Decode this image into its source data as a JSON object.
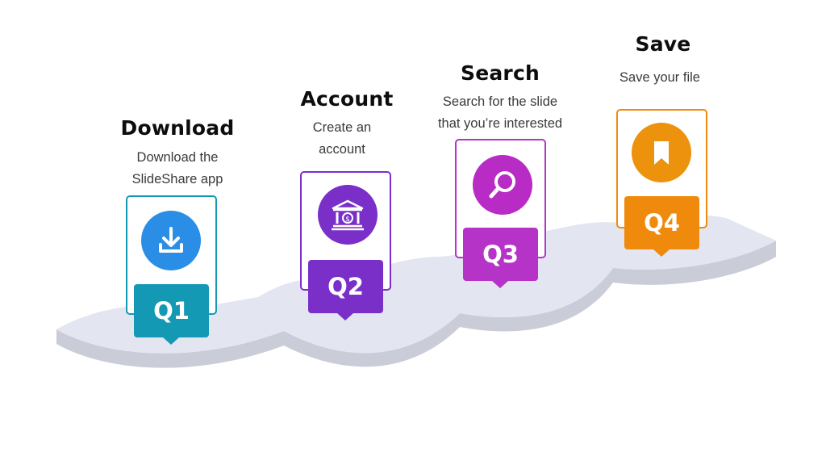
{
  "steps": [
    {
      "title": "Download",
      "desc_lines": [
        "Download the",
        "SlideShare app"
      ],
      "badge": "Q1",
      "color": "#1399b3",
      "icon_color": "#2a8ee6",
      "icon": "download-icon"
    },
    {
      "title": "Account",
      "desc_lines": [
        "Create an",
        "account"
      ],
      "badge": "Q2",
      "color": "#7a2fc9",
      "icon_color": "#7a2fc9",
      "icon": "bank-icon"
    },
    {
      "title": "Search",
      "desc_lines": [
        "Search for the slide",
        "that you’re interested"
      ],
      "badge": "Q3",
      "color": "#b534c7",
      "icon_color": "#b82bc4",
      "icon": "search-icon"
    },
    {
      "title": "Save",
      "desc_lines": [
        "Save your file"
      ],
      "badge": "Q4",
      "color": "#f08a0c",
      "icon_color": "#ec920d",
      "icon": "bookmark-icon"
    }
  ],
  "road_colors": {
    "top": "#e3e5f1",
    "side": "#cacdd8"
  }
}
